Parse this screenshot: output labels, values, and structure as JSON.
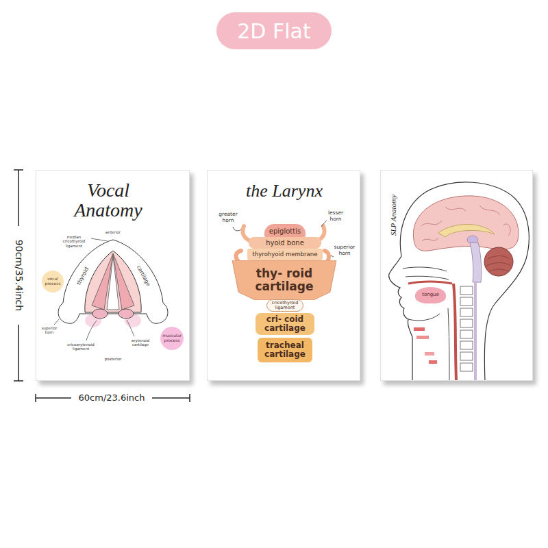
{
  "diagram": {
    "nodes": [
      {
        "text": [
          "2D Flat"
        ]
      },
      {
        "text": [
          "Vocal Anatomy"
        ]
      },
      {
        "text": [
          "vocal process"
        ],
        "in": 1
      },
      {
        "text": [
          "muscular process"
        ],
        "in": 1
      },
      {
        "text": [
          "the Larynx"
        ]
      },
      {
        "text": [
          "epiglottis"
        ],
        "in": 4
      },
      {
        "text": [
          "hyoid bone"
        ],
        "in": 4
      },
      {
        "text": [
          "thyrohyoid membrane"
        ],
        "in": 4
      },
      {
        "text": [
          "thy- roid cartilage"
        ],
        "in": 4
      },
      {
        "text": [
          "cricothyroid ligament"
        ],
        "in": 4
      },
      {
        "text": [
          "cri- coid cartilage"
        ],
        "in": 4
      },
      {
        "text": [
          "tracheal cartilage"
        ],
        "in": 4
      },
      {
        "text": [
          "SLP Anatomy"
        ]
      },
      {
        "text": [
          "tongue"
        ],
        "in": 12
      }
    ],
    "labels": [
      "90cm/35.4inch",
      "60cm/23.6inch",
      "anterior",
      "median cricothyroid ligament",
      "thyroid",
      "cartilage",
      "superior horn",
      "cricoarytenoid ligament",
      "arytenoid cartilage",
      "posterior",
      "greater horn",
      "lesser horn",
      "superior horn"
    ]
  }
}
